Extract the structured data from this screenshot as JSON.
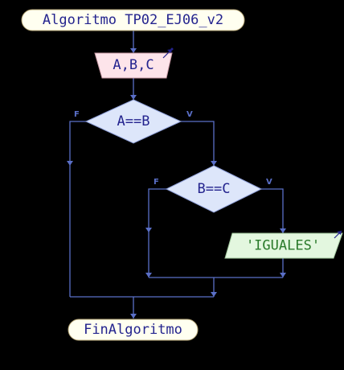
{
  "diagram": {
    "start_label": "Algoritmo TP02_EJ06_v2",
    "input_label": "A,B,C",
    "decision1": {
      "label": "A==B",
      "false_label": "F",
      "true_label": "V"
    },
    "decision2": {
      "label": "B==C",
      "false_label": "F",
      "true_label": "V"
    },
    "output_label": "'IGUALES'",
    "end_label": "FinAlgoritmo"
  },
  "colors": {
    "background": "#000000",
    "connector": "#5a6fc7",
    "start_end_fill": "#fffff0",
    "input_fill": "#fde4ea",
    "decision_fill": "#dde6fa",
    "output_fill": "#e3f7df",
    "text": "#23238e",
    "output_text": "#2a7a2a"
  }
}
